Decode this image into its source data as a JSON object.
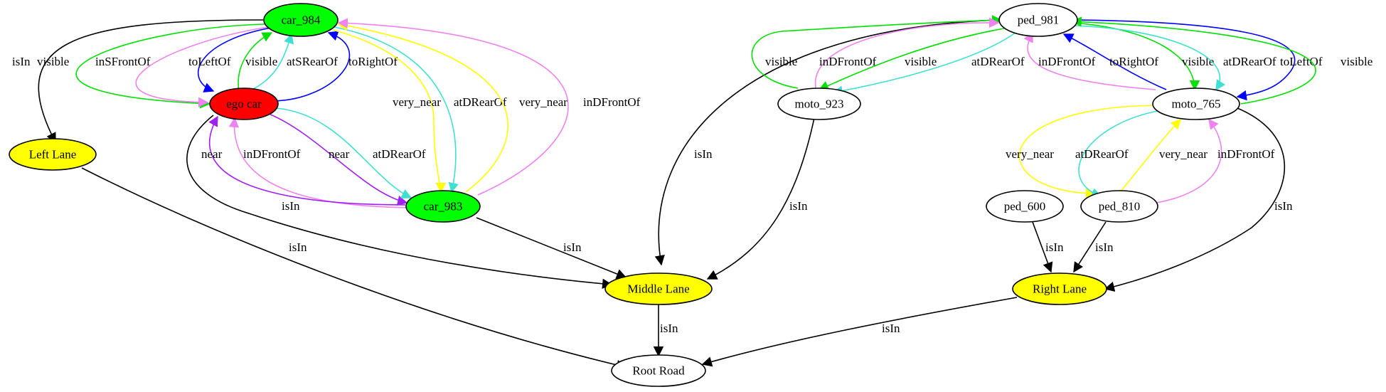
{
  "colors": {
    "isIn": "#000000",
    "visible": "#00e000",
    "inSFrontOf": "#ee82ee",
    "inDFrontOf": "#ee82ee",
    "toLeftOf": "#0000ff",
    "toRightOf": "#0000ff",
    "atSRearOf": "#40e0d0",
    "atDRearOf": "#40e0d0",
    "near": "#a020f0",
    "very_near": "#ffff00",
    "green_node": "#00ff00",
    "red_node": "#ff0000",
    "yellow_node": "#ffff00",
    "white_node": "#ffffff"
  },
  "nodes": [
    {
      "id": "car_984",
      "label": "car_984",
      "fill": "green_node"
    },
    {
      "id": "ego_car",
      "label": "ego car",
      "fill": "red_node"
    },
    {
      "id": "car_983",
      "label": "car_983",
      "fill": "green_node"
    },
    {
      "id": "left_lane",
      "label": "Left Lane",
      "fill": "yellow_node"
    },
    {
      "id": "middle_lane",
      "label": "Middle Lane",
      "fill": "yellow_node"
    },
    {
      "id": "right_lane",
      "label": "Right Lane",
      "fill": "yellow_node"
    },
    {
      "id": "root_road",
      "label": "Root Road",
      "fill": "white_node"
    },
    {
      "id": "ped_981",
      "label": "ped_981",
      "fill": "white_node"
    },
    {
      "id": "moto_923",
      "label": "moto_923",
      "fill": "white_node"
    },
    {
      "id": "moto_765",
      "label": "moto_765",
      "fill": "white_node"
    },
    {
      "id": "ped_600",
      "label": "ped_600",
      "fill": "white_node"
    },
    {
      "id": "ped_810",
      "label": "ped_810",
      "fill": "white_node"
    }
  ],
  "edges": [
    {
      "id": "e1",
      "from": "car_984",
      "to": "left_lane",
      "label": "isIn",
      "kind": "isIn"
    },
    {
      "id": "e2",
      "from": "car_984",
      "to": "ego_car",
      "label": "visible",
      "kind": "visible"
    },
    {
      "id": "e3",
      "from": "car_984",
      "to": "ego_car",
      "label": "inSFrontOf",
      "kind": "inSFrontOf"
    },
    {
      "id": "e4",
      "from": "car_984",
      "to": "ego_car",
      "label": "toLeftOf",
      "kind": "toLeftOf"
    },
    {
      "id": "e5",
      "from": "ego_car",
      "to": "car_984",
      "label": "visible",
      "kind": "visible"
    },
    {
      "id": "e6",
      "from": "ego_car",
      "to": "car_984",
      "label": "atSRearOf",
      "kind": "atSRearOf"
    },
    {
      "id": "e7",
      "from": "ego_car",
      "to": "car_984",
      "label": "toRightOf",
      "kind": "toRightOf"
    },
    {
      "id": "e8",
      "from": "car_984",
      "to": "car_983",
      "label": "very_near",
      "kind": "very_near"
    },
    {
      "id": "e9",
      "from": "car_984",
      "to": "car_983",
      "label": "atDRearOf",
      "kind": "atDRearOf"
    },
    {
      "id": "e10",
      "from": "car_983",
      "to": "car_984",
      "label": "very_near",
      "kind": "very_near"
    },
    {
      "id": "e11",
      "from": "car_983",
      "to": "car_984",
      "label": "inDFrontOf",
      "kind": "inDFrontOf"
    },
    {
      "id": "e12",
      "from": "ego_car",
      "to": "car_983",
      "label": "near",
      "kind": "near"
    },
    {
      "id": "e13",
      "from": "car_983",
      "to": "ego_car",
      "label": "inDFrontOf",
      "kind": "inDFrontOf"
    },
    {
      "id": "e14",
      "from": "car_983",
      "to": "ego_car",
      "label": "near",
      "kind": "near"
    },
    {
      "id": "e15",
      "from": "ego_car",
      "to": "car_983",
      "label": "atDRearOf",
      "kind": "atDRearOf"
    },
    {
      "id": "e16",
      "from": "ego_car",
      "to": "middle_lane",
      "label": "isIn",
      "kind": "isIn"
    },
    {
      "id": "e17",
      "from": "car_983",
      "to": "middle_lane",
      "label": "isIn",
      "kind": "isIn"
    },
    {
      "id": "e18",
      "from": "left_lane",
      "to": "root_road",
      "label": "isIn",
      "kind": "isIn"
    },
    {
      "id": "e19",
      "from": "middle_lane",
      "to": "root_road",
      "label": "isIn",
      "kind": "isIn"
    },
    {
      "id": "e20",
      "from": "right_lane",
      "to": "root_road",
      "label": "isIn",
      "kind": "isIn"
    },
    {
      "id": "e21",
      "from": "ped_981",
      "to": "middle_lane",
      "label": "isIn",
      "kind": "isIn"
    },
    {
      "id": "e22",
      "from": "moto_923",
      "to": "ped_981",
      "label": "visible",
      "kind": "visible"
    },
    {
      "id": "e23",
      "from": "moto_923",
      "to": "ped_981",
      "label": "inDFrontOf",
      "kind": "inDFrontOf"
    },
    {
      "id": "e24",
      "from": "ped_981",
      "to": "moto_923",
      "label": "visible",
      "kind": "visible"
    },
    {
      "id": "e25",
      "from": "ped_981",
      "to": "moto_923",
      "label": "atDRearOf",
      "kind": "atDRearOf"
    },
    {
      "id": "e26",
      "from": "moto_923",
      "to": "middle_lane",
      "label": "isIn",
      "kind": "isIn"
    },
    {
      "id": "e27",
      "from": "moto_765",
      "to": "ped_981",
      "label": "inDFrontOf",
      "kind": "inDFrontOf"
    },
    {
      "id": "e28",
      "from": "moto_765",
      "to": "ped_981",
      "label": "toRightOf",
      "kind": "toRightOf"
    },
    {
      "id": "e29",
      "from": "ped_981",
      "to": "moto_765",
      "label": "visible",
      "kind": "visible"
    },
    {
      "id": "e30",
      "from": "ped_981",
      "to": "moto_765",
      "label": "atDRearOf",
      "kind": "atDRearOf"
    },
    {
      "id": "e31",
      "from": "ped_981",
      "to": "moto_765",
      "label": "toLeftOf",
      "kind": "toLeftOf"
    },
    {
      "id": "e32",
      "from": "moto_765",
      "to": "ped_981",
      "label": "visible",
      "kind": "visible"
    },
    {
      "id": "e33",
      "from": "moto_765",
      "to": "ped_810",
      "label": "very_near",
      "kind": "very_near"
    },
    {
      "id": "e34",
      "from": "moto_765",
      "to": "ped_810",
      "label": "atDRearOf",
      "kind": "atDRearOf"
    },
    {
      "id": "e35",
      "from": "ped_810",
      "to": "moto_765",
      "label": "very_near",
      "kind": "very_near"
    },
    {
      "id": "e36",
      "from": "ped_810",
      "to": "moto_765",
      "label": "inDFrontOf",
      "kind": "inDFrontOf"
    },
    {
      "id": "e37",
      "from": "moto_765",
      "to": "right_lane",
      "label": "isIn",
      "kind": "isIn"
    },
    {
      "id": "e38",
      "from": "ped_600",
      "to": "right_lane",
      "label": "isIn",
      "kind": "isIn"
    },
    {
      "id": "e39",
      "from": "ped_810",
      "to": "right_lane",
      "label": "isIn",
      "kind": "isIn"
    }
  ]
}
